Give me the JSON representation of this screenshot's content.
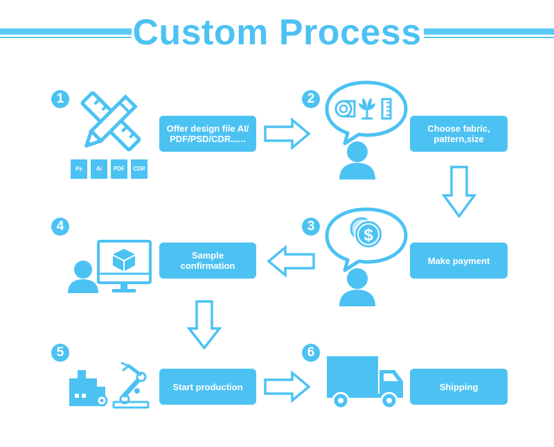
{
  "title": "Custom Process",
  "colors": {
    "accent": "#4cc2f3",
    "light": "#bfe8fb",
    "white": "#ffffff"
  },
  "steps": [
    {
      "number": "1",
      "label": "Offer design file AI/ PDF/PSD/CDR......",
      "icon": "design-tools-icon"
    },
    {
      "number": "2",
      "label": "Choose fabric, pattern,size",
      "icon": "consultation-icon"
    },
    {
      "number": "3",
      "label": "Make payment",
      "icon": "payment-icon"
    },
    {
      "number": "4",
      "label": "Sample confirmation",
      "icon": "computer-user-icon"
    },
    {
      "number": "5",
      "label": "Start production",
      "icon": "factory-robot-icon"
    },
    {
      "number": "6",
      "label": "Shipping",
      "icon": "truck-icon"
    }
  ],
  "file_types": [
    "Ps",
    "Ai",
    "PDF",
    "CDR"
  ]
}
